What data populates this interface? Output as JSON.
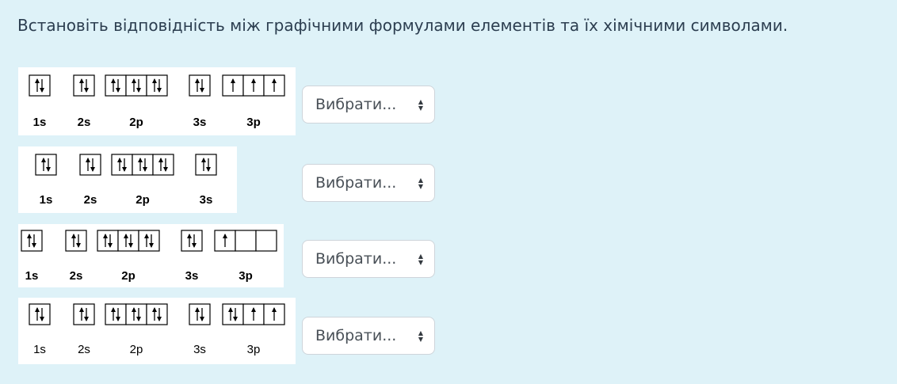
{
  "question": {
    "text": "Встановіть відповідність між графічними формулами елементів та їх хімічними символами."
  },
  "rows": [
    {
      "labels": [
        "1s",
        "2s",
        "2p",
        "3s",
        "3p"
      ],
      "labels_bold": true,
      "orbitals": [
        [
          "ud"
        ],
        [
          "ud"
        ],
        [
          "ud",
          "ud",
          "ud"
        ],
        [
          "ud"
        ],
        [
          "u",
          "u",
          "u"
        ]
      ],
      "select_label": "Вибрати..."
    },
    {
      "labels": [
        "1s",
        "2s",
        "2p",
        "3s"
      ],
      "labels_bold": true,
      "orbitals": [
        [
          "ud"
        ],
        [
          "ud"
        ],
        [
          "ud",
          "ud",
          "ud"
        ],
        [
          "ud"
        ]
      ],
      "select_label": "Вибрати..."
    },
    {
      "labels": [
        "1s",
        "2s",
        "2p",
        "3s",
        "3p"
      ],
      "labels_bold": true,
      "orbitals": [
        [
          "ud"
        ],
        [
          "ud"
        ],
        [
          "ud",
          "ud",
          "ud"
        ],
        [
          "ud"
        ],
        [
          "u",
          "",
          ""
        ]
      ],
      "select_label": "Вибрати..."
    },
    {
      "labels": [
        "1s",
        "2s",
        "2p",
        "3s",
        "3p"
      ],
      "labels_bold": false,
      "orbitals": [
        [
          "ud"
        ],
        [
          "ud"
        ],
        [
          "ud",
          "ud",
          "ud"
        ],
        [
          "ud"
        ],
        [
          "ud",
          "u",
          "u"
        ]
      ],
      "select_label": "Вибрати..."
    }
  ]
}
